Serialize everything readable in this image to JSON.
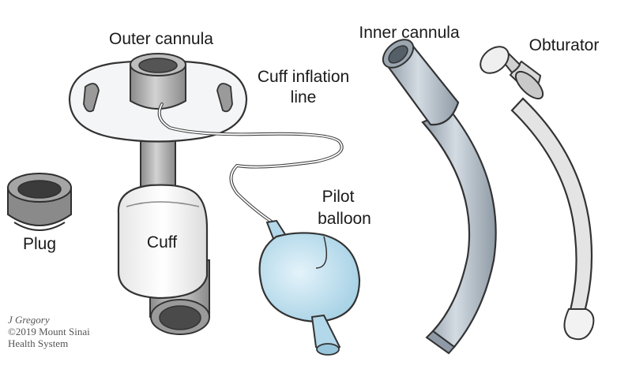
{
  "labels": {
    "outer_cannula": "Outer cannula",
    "inner_cannula": "Inner cannula",
    "obturator": "Obturator",
    "cuff_inflation_line_1": "Cuff inflation",
    "cuff_inflation_line_2": "line",
    "pilot_balloon_1": "Pilot",
    "pilot_balloon_2": "balloon",
    "plug": "Plug",
    "cuff": "Cuff"
  },
  "credit": {
    "author": "J Gregory",
    "copyright": "©2019 Mount Sinai",
    "org": "Health System"
  },
  "colors": {
    "outline": "#3a3a3a",
    "inner_cannula_fill": "#aeb8c2",
    "pilot_balloon_fill": "#bfe0ef",
    "outer_cannula_fill": "#f4f5f6",
    "tube_gray": "#9c9c9c",
    "plug_fill": "#8d8d8d"
  }
}
